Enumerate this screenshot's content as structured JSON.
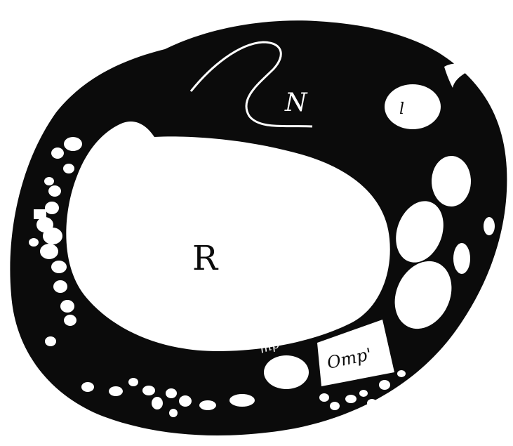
{
  "figure": {
    "labels": {
      "N": "N",
      "l": "l",
      "R": "R",
      "mp": "mp'",
      "omp": "Omp'"
    },
    "colors": {
      "tissue": "#0b0b0b",
      "lumen": "#ffffff",
      "background": "#ffffff"
    }
  }
}
